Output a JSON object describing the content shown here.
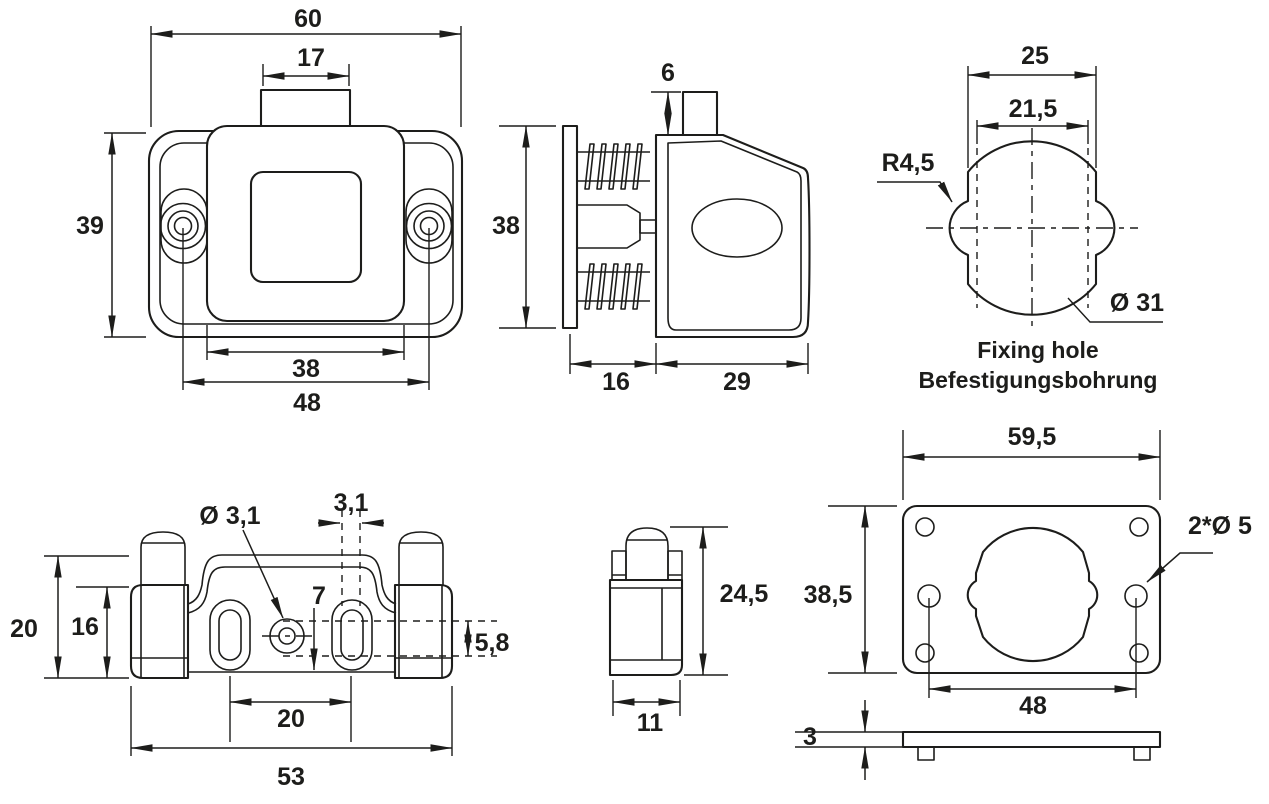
{
  "drawing": {
    "background": "#ffffff",
    "line_color": "#1d1d1b",
    "views": {
      "front": {
        "dims": {
          "overall_width": "60",
          "button_width": "17",
          "overall_height": "39",
          "body_width": "38",
          "hole_spacing": "48"
        }
      },
      "side": {
        "dims": {
          "stud_height": "6",
          "overall_height": "38",
          "thread_length": "16",
          "body_depth": "29"
        }
      },
      "fixing_hole": {
        "dims": {
          "hole_width": "25",
          "flat_width": "21,5",
          "notch_radius": "R4,5",
          "diameter": "Ø 31"
        },
        "caption_en": "Fixing hole",
        "caption_de": "Befestigungsbohrung"
      },
      "striker_top": {
        "dims": {
          "overall_height": "20",
          "body_height": "16",
          "hole_diameter": "Ø 3,1",
          "slot_width": "3,1",
          "hole_offset": "7",
          "slot_height": "5,8",
          "slot_spacing": "20",
          "overall_width": "53"
        }
      },
      "striker_side": {
        "dims": {
          "height": "24,5",
          "width": "11"
        }
      },
      "plate": {
        "dims": {
          "width": "59,5",
          "height": "38,5",
          "screw_holes": "2*Ø 5",
          "hole_spacing": "48",
          "thickness": "3"
        }
      }
    }
  }
}
